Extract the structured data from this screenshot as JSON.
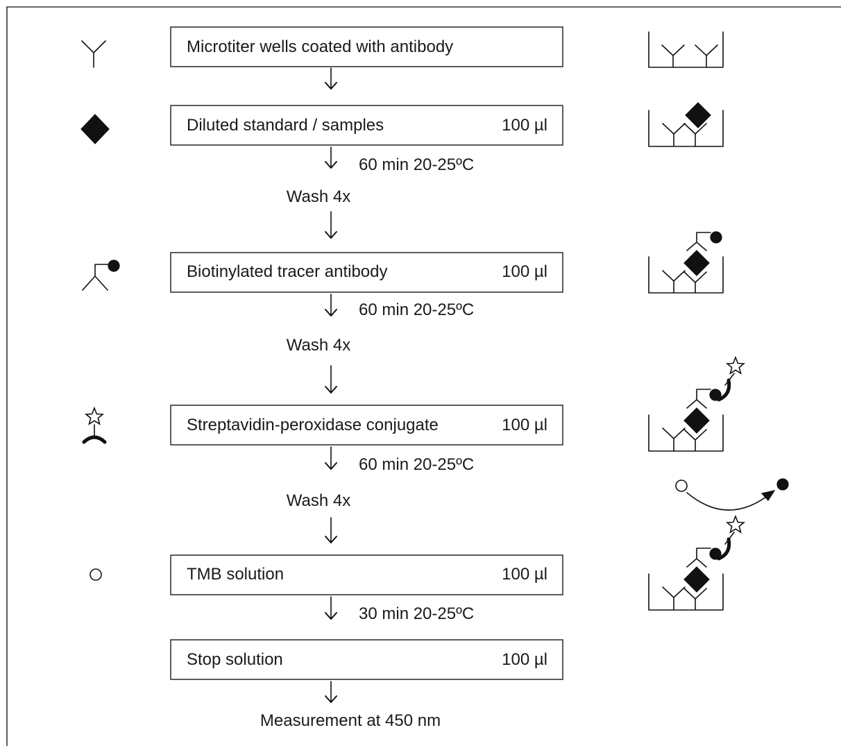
{
  "steps": [
    {
      "label": "Microtiter wells coated with antibody",
      "volume": "",
      "incubation": ""
    },
    {
      "label": "Diluted standard / samples",
      "volume": "100 µl",
      "incubation": "60 min 20-25ºC"
    },
    {
      "label": "Biotinylated tracer antibody",
      "volume": "100 µl",
      "incubation": "60 min 20-25ºC"
    },
    {
      "label": "Streptavidin-peroxidase conjugate",
      "volume": "100 µl",
      "incubation": "60 min 20-25ºC"
    },
    {
      "label": "TMB solution",
      "volume": "100 µl",
      "incubation": "30 min 20-25ºC"
    },
    {
      "label": "Stop solution",
      "volume": "100 µl",
      "incubation": ""
    }
  ],
  "wash": [
    "Wash 4x",
    "Wash 4x",
    "Wash 4x"
  ],
  "final": "Measurement at 450 nm",
  "legend_icons": [
    "antibody-icon",
    "sample-diamond-icon",
    "biotinylated-antibody-icon",
    "streptavidin-peroxidase-icon",
    "tmb-circle-icon"
  ],
  "colors": {
    "ink": "#111111",
    "border": "#333333",
    "background": "#ffffff"
  }
}
